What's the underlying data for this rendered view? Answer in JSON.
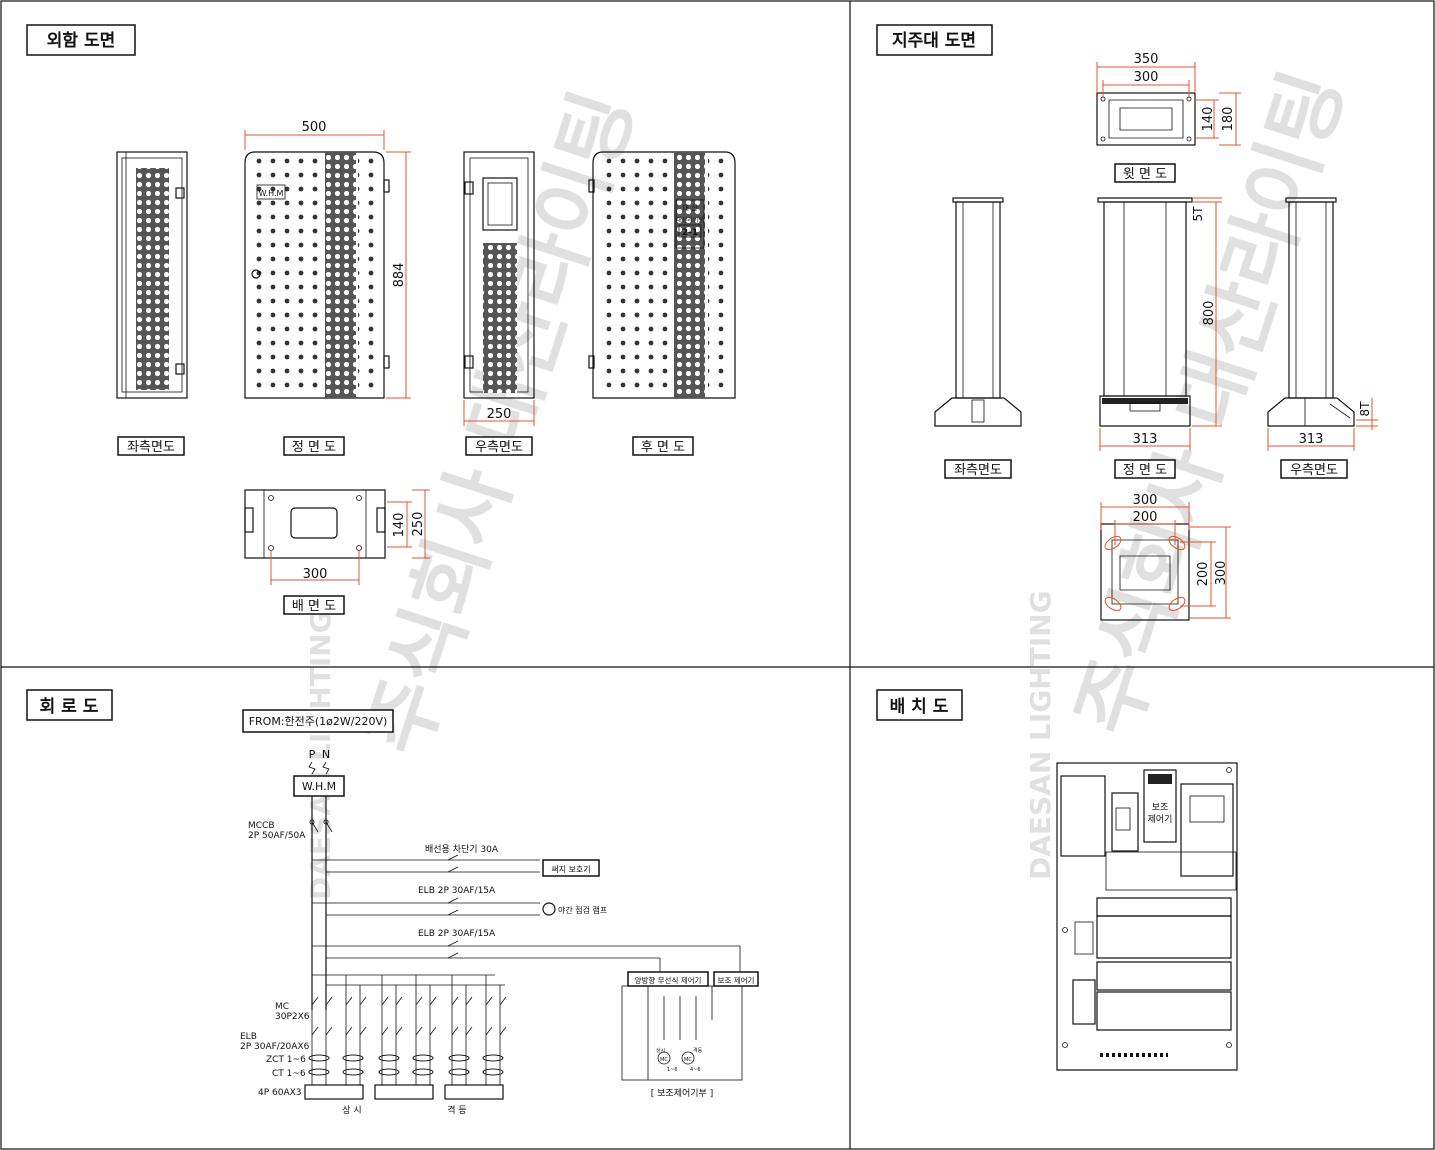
{
  "panels": {
    "exterior": {
      "title": "외함 도면",
      "views": {
        "left": "좌측면도",
        "front": "정 면 도",
        "right": "우측면도",
        "rear": "후 면 도",
        "bottom": "배 면 도"
      },
      "front_dims": {
        "width": "500",
        "height": "884"
      },
      "right_dims": {
        "width": "250"
      },
      "bottom_dims": {
        "width": "300",
        "h1": "140",
        "h2": "250"
      },
      "whm_label": "W.H.M",
      "rear_badge": {
        "top": "대 산",
        "name": "대산라이팅",
        "number": "2-1"
      }
    },
    "stand": {
      "title": "지주대 도면",
      "top": {
        "label": "윗 면 도",
        "w1": "350",
        "w2": "300",
        "h1": "140",
        "h2": "180"
      },
      "views": {
        "left": "좌측면도",
        "front": "정 면 도",
        "right": "우측면도"
      },
      "front_dims": {
        "thickness": "5T",
        "height": "800",
        "width": "313"
      },
      "right_dims": {
        "thickness": "8T",
        "width": "313"
      },
      "base": {
        "w1": "300",
        "w2": "200",
        "h1": "200",
        "h2": "300"
      }
    },
    "circuit": {
      "title": "회 로 도",
      "source": "FROM:한전주(1ø2W/220V)",
      "phase_p": "P",
      "phase_n": "N",
      "whm": "W.H.M",
      "mccb": "MCCB",
      "mccb_spec": "2P 50AF/50A",
      "breaker1": "배선용 차단기 30A",
      "surge": "써지 보호기",
      "elb1": "ELB 2P 30AF/15A",
      "lamp": "야간 점검 램프",
      "elb2": "ELB 2P 30AF/15A",
      "ctrl1": "양방향 무선식 제어기",
      "ctrl2": "보조 제어기",
      "mc": "MC",
      "mc_spec": "30P2X6",
      "elb": "ELB",
      "elb_spec": "2P 30AF/20AX6",
      "zct": "ZCT 1~6",
      "ct": "CT 1~6",
      "terminal": "4P 60AX3",
      "group1": "상 시",
      "group2": "격 등",
      "aux": "[ 보조제어기부 ]",
      "mc_small": "MC",
      "mc1_label": "상시",
      "mc1_range": "1~6",
      "mc2_label": "격등",
      "mc2_range": "4~6"
    },
    "layout": {
      "title": "배 치 도",
      "aux_ctrl": "보조\n제어기"
    }
  },
  "watermark": {
    "brand": "DAESAN LIGHTING",
    "korean": "주식회사 대산라이팅"
  },
  "colors": {
    "dimension": "#e2552b",
    "line": "#111111",
    "pattern": "#333333"
  }
}
